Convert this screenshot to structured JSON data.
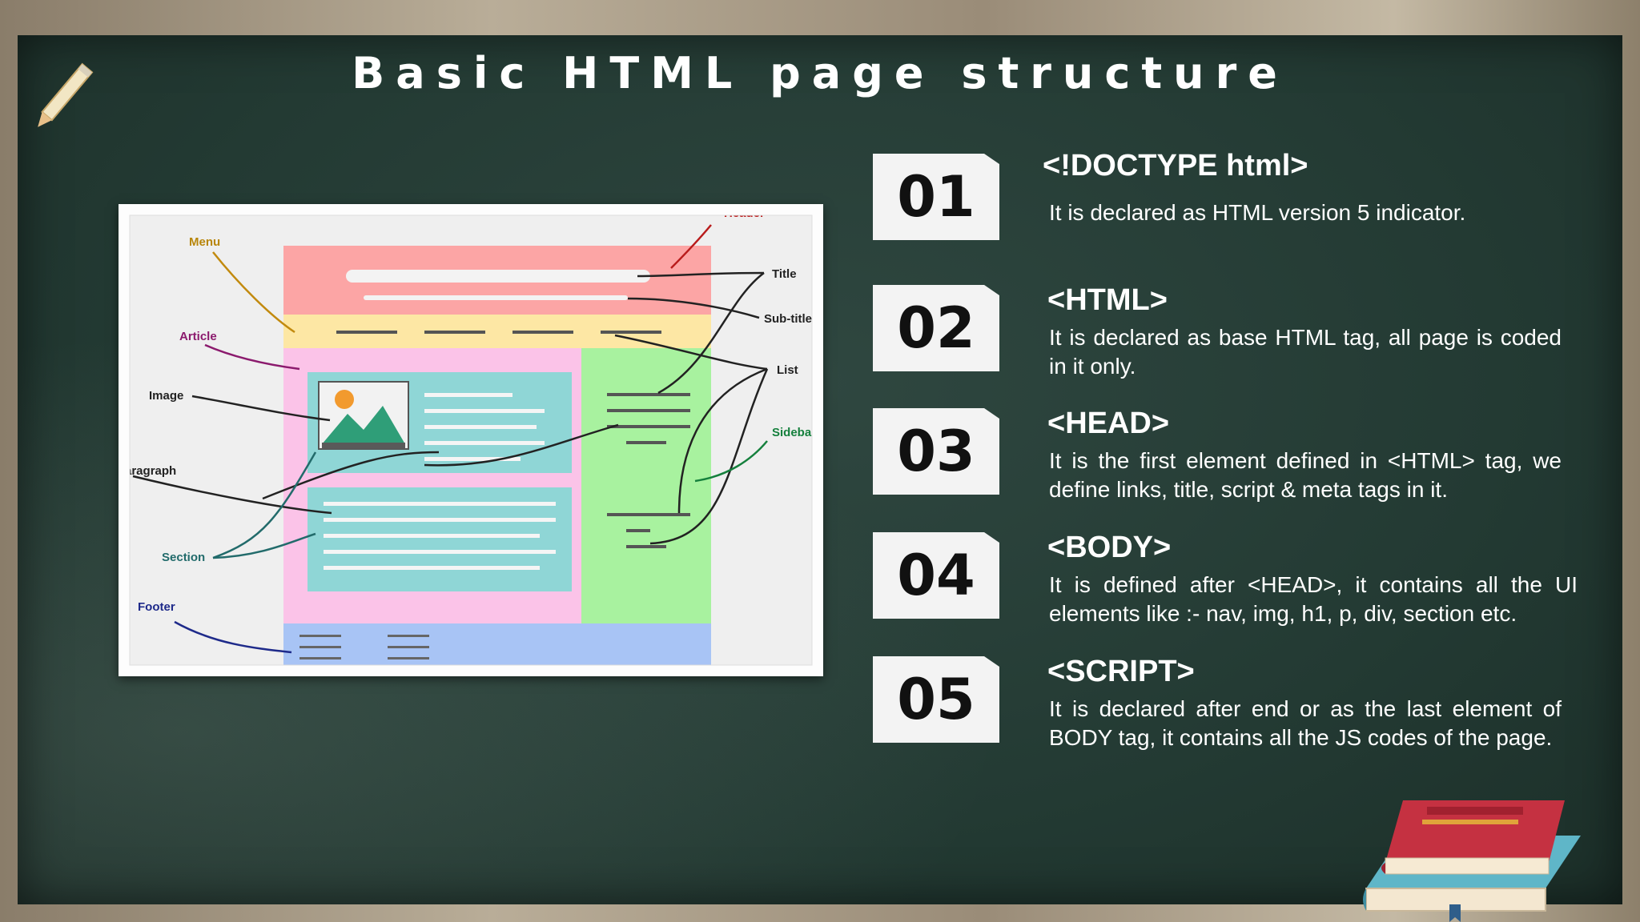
{
  "title": "Basic HTML page structure",
  "diagram": {
    "labels": {
      "header": "Header",
      "menu": "Menu",
      "article": "Article",
      "image": "Image",
      "paragraph": "Paragraph",
      "section": "Section",
      "footer": "Footer",
      "title": "Title",
      "subtitle": "Sub-title",
      "list": "List",
      "sidebar": "Sidebar"
    }
  },
  "items": [
    {
      "number": "01",
      "title": "<!DOCTYPE html>",
      "desc": "It is declared as HTML version 5 indicator."
    },
    {
      "number": "02",
      "title": "<HTML>",
      "desc": "It is declared as base HTML tag, all page is coded in it only."
    },
    {
      "number": "03",
      "title": "<HEAD>",
      "desc": "It is the first element defined in <HTML> tag, we define links, title, script & meta tags in it."
    },
    {
      "number": "04",
      "title": "<BODY>",
      "desc": "It is defined after <HEAD>, it contains all the UI elements like :- nav, img, h1, p, div, section etc."
    },
    {
      "number": "05",
      "title": "<SCRIPT>",
      "desc": "It is declared after end or as the last element of BODY tag, it contains all the JS codes of the page."
    }
  ]
}
